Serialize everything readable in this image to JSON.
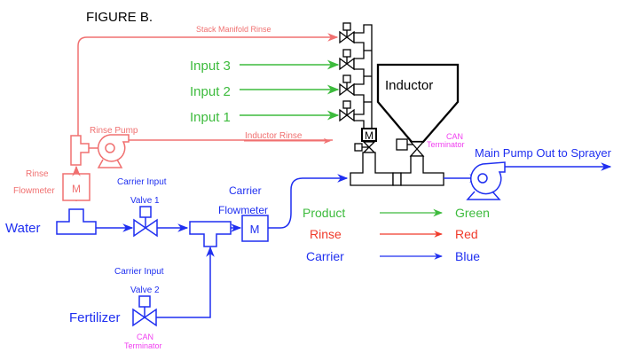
{
  "title": "FIGURE B.",
  "colors": {
    "product": "#3dbb3d",
    "rinse": "#f07070",
    "rinse_legend": "#f03a2a",
    "carrier": "#1f2ff0",
    "can": "#f040f0",
    "black": "#000000"
  },
  "rinse": {
    "stack_manifold_label": "Stack Manifold Rinse",
    "inductor_rinse_label": "Inductor Rinse",
    "pump_label": "Rinse Pump",
    "flowmeter_label_1": "Rinse",
    "flowmeter_label_2": "Flowmeter",
    "flowmeter_symbol": "M"
  },
  "inputs": [
    {
      "label": "Input 3"
    },
    {
      "label": "Input 2"
    },
    {
      "label": "Input 1"
    }
  ],
  "inductor": {
    "label": "Inductor",
    "can_label_1": "CAN",
    "can_label_2": "Terminator"
  },
  "manifold": {
    "meter_symbol": "M"
  },
  "main_pump": {
    "label": "Main Pump Out to Sprayer"
  },
  "carrier": {
    "water_label": "Water",
    "fertilizer_label": "Fertilizer",
    "valve1_label_1": "Carrier Input",
    "valve1_label_2": "Valve 1",
    "valve2_label_1": "Carrier Input",
    "valve2_label_2": "Valve 2",
    "valve2_can_1": "CAN",
    "valve2_can_2": "Terminator",
    "flowmeter_label_1": "Carrier",
    "flowmeter_label_2": "Flowmeter",
    "flowmeter_symbol": "M"
  },
  "legend": [
    {
      "name": "Product",
      "color_name": "Green"
    },
    {
      "name": "Rinse",
      "color_name": "Red"
    },
    {
      "name": "Carrier",
      "color_name": "Blue"
    }
  ]
}
